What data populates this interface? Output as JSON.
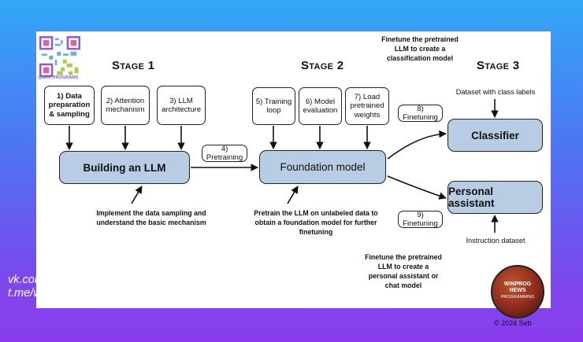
{
  "stages": {
    "stage1": "Stage 1",
    "stage2": "Stage 2",
    "stage3": "Stage 3"
  },
  "stage1_steps": [
    {
      "label": "1) Data preparation & sampling"
    },
    {
      "label": "2) Attention mechanism"
    },
    {
      "label": "3) LLM architecture"
    }
  ],
  "stage2_steps": [
    {
      "label": "5) Training loop"
    },
    {
      "label": "6) Model evaluation"
    },
    {
      "label": "7) Load pretrained weights"
    }
  ],
  "main_boxes": {
    "build": "Building an LLM",
    "foundation": "Foundation model",
    "classifier": "Classifier",
    "assistant": "Personal assistant"
  },
  "edge_labels": {
    "pretraining": "4) Pretraining",
    "finetuning8": "8) Finetuning",
    "finetuning9": "9) Finetuning"
  },
  "notes": {
    "stage1": "Implement the data sampling and understand the basic mechanism",
    "stage2": "Pretrain the LLM on unlabeled data to obtain a foundation model for further finetuning",
    "classification": "Finetune the pretrained LLM to create a classification model",
    "assistant": "Finetune the pretrained LLM to create a personal assistant or chat model",
    "class_labels": "Dataset with class labels",
    "instruction": "Instruction dataset"
  },
  "copyright": "© 2024 Seb",
  "qr_label": "@WIN_PROGRAMS",
  "watermark": {
    "line1": "vk.com/win_prog",
    "line2": "t.me/win_programs"
  },
  "badge": {
    "line1": "WINPROG",
    "line2": "NEWS",
    "line3": "PROGRAMMING"
  },
  "colors": {
    "box_fill": "#b8cde4",
    "background_top": "#32a7f7",
    "background_bottom": "#8c3cec"
  }
}
